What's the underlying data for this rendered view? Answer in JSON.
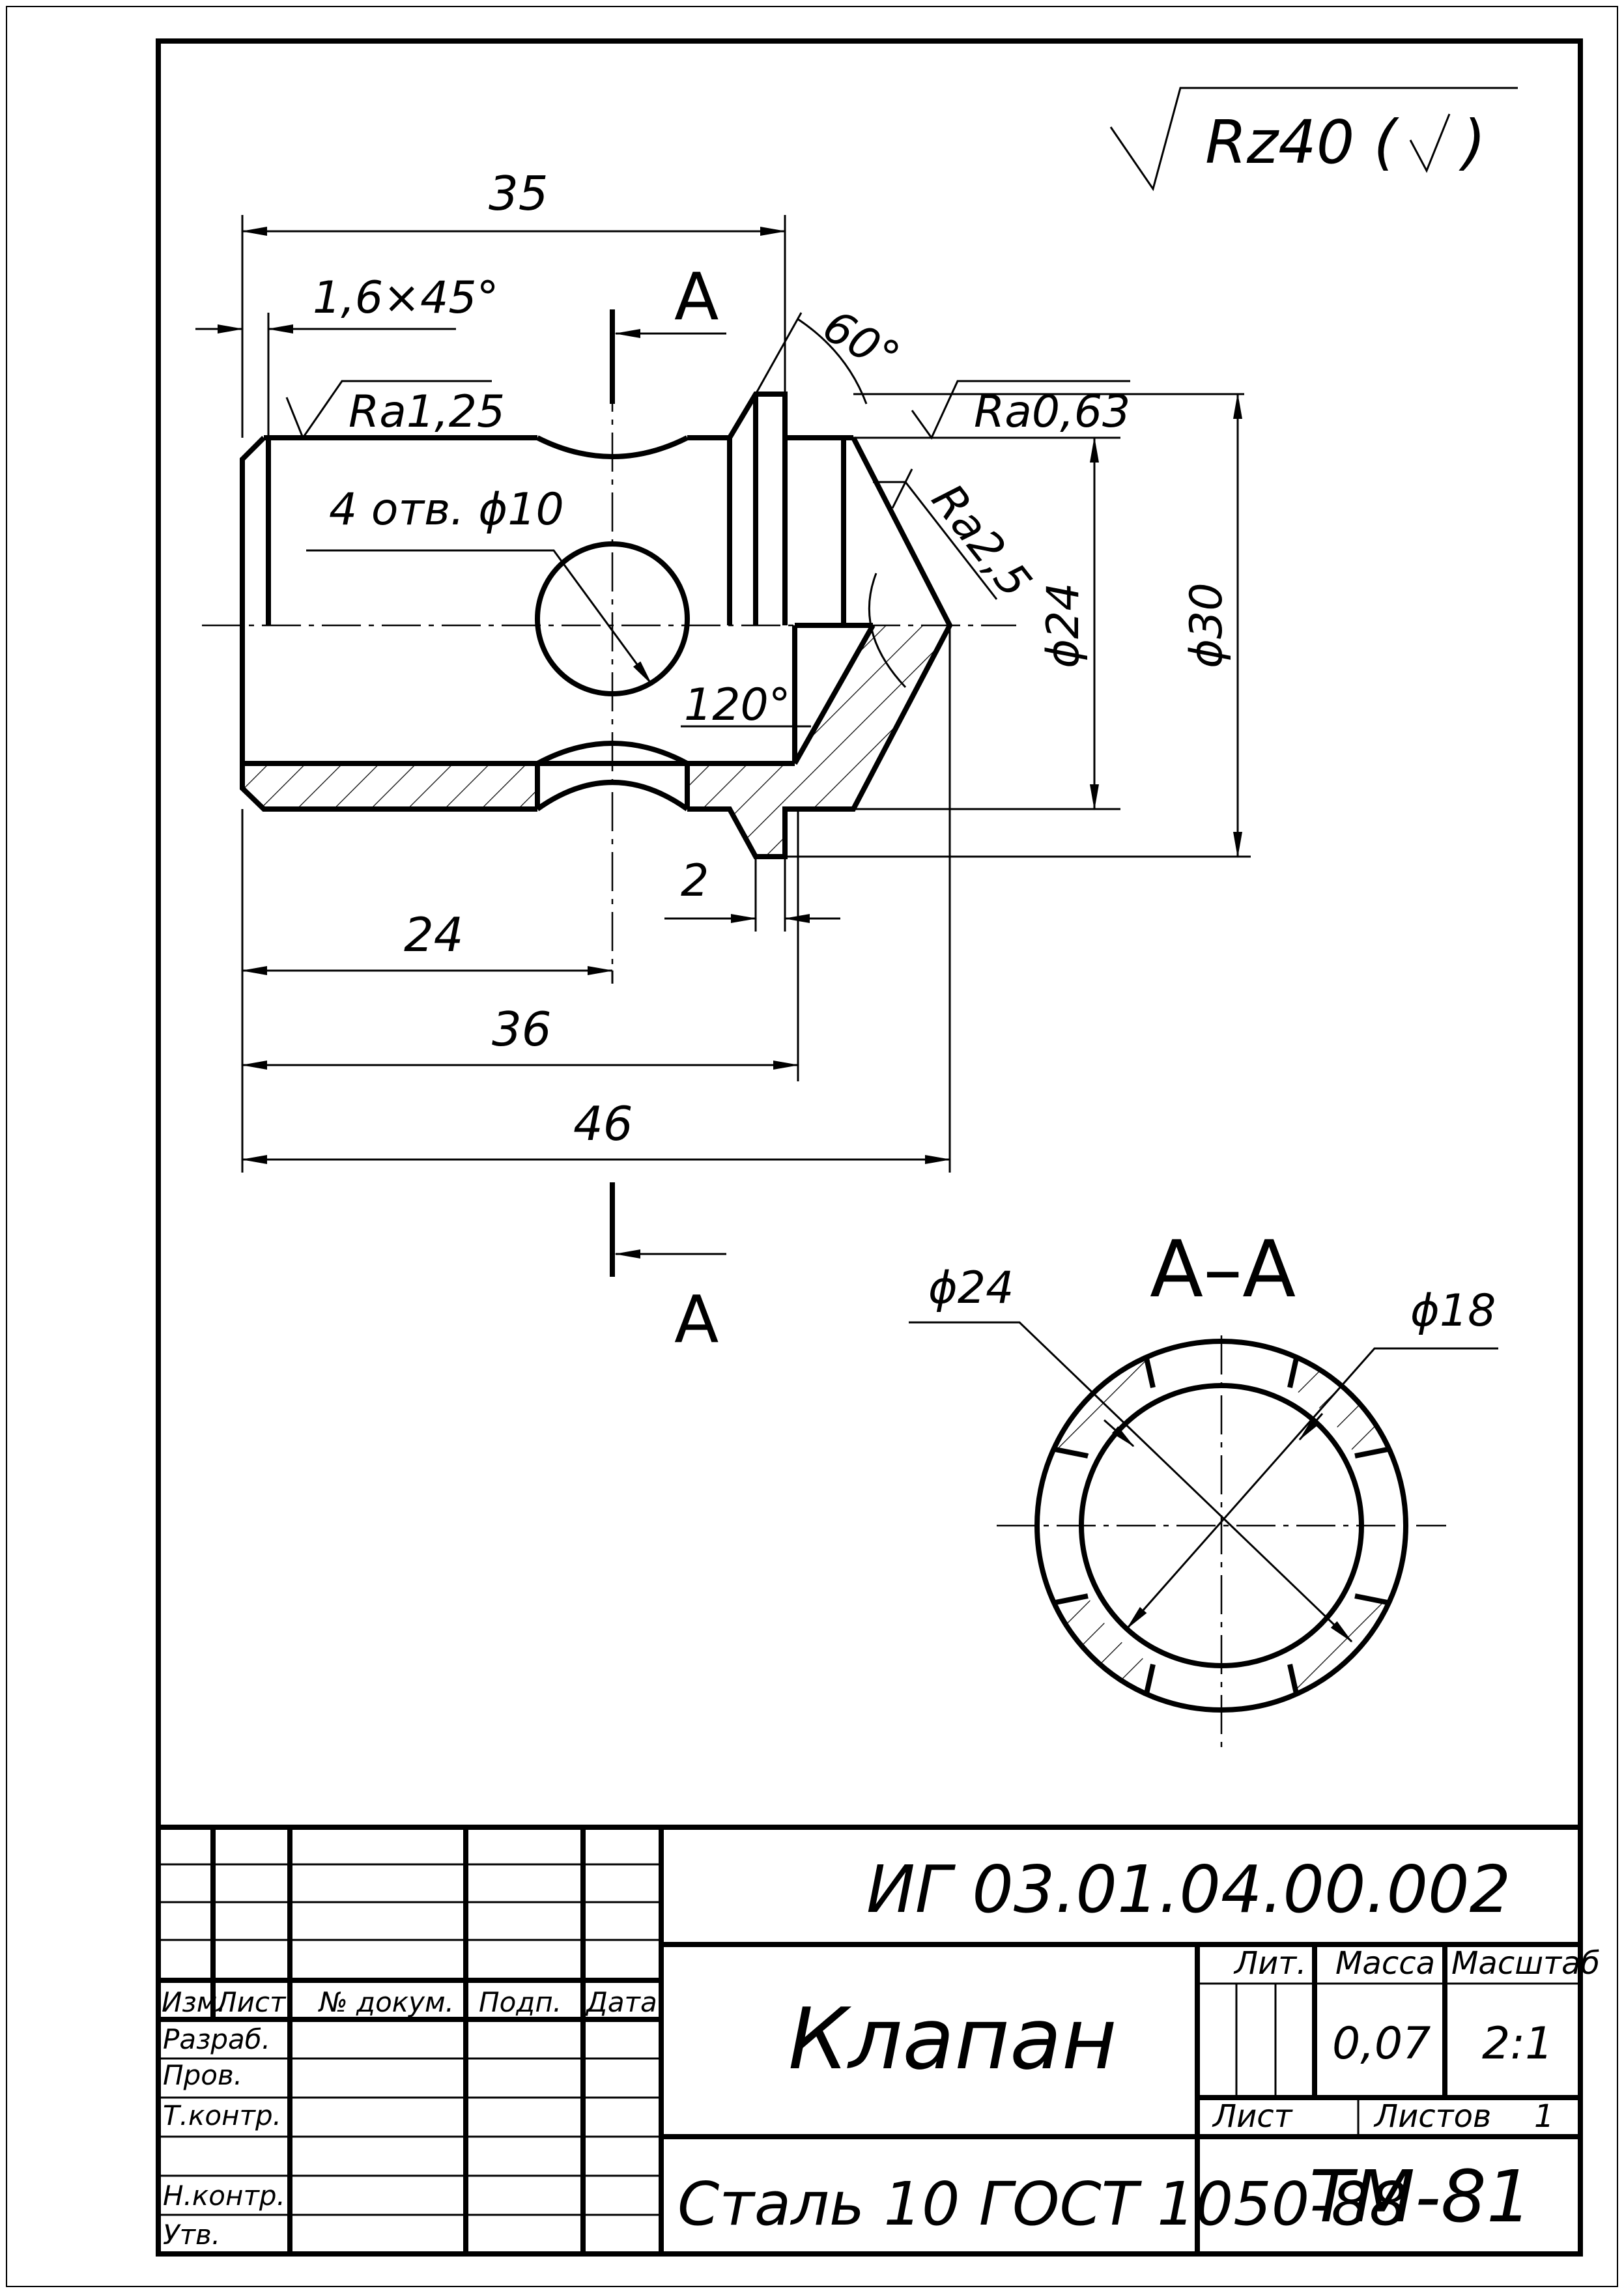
{
  "roughness_general": "Rz40 (",
  "roughness_general_close": ")",
  "main_view": {
    "dims": {
      "d35": "35",
      "chamfer": "1,6×45°",
      "d24": "24",
      "d36": "36",
      "d46": "46",
      "d2": "2",
      "dia24": "ϕ24",
      "dia30": "ϕ30",
      "angle60": "60°",
      "angle120": "120°",
      "holes": "4 отв. ϕ10"
    },
    "roughness": {
      "ra125": "Ra1,25",
      "ra063": "Ra0,63",
      "ra25": "Ra2,5"
    },
    "section_mark_top": "A",
    "section_mark_bottom": "A"
  },
  "section_view": {
    "title": "А–А",
    "dia24": "ϕ24",
    "dia18": "ϕ18"
  },
  "title_block": {
    "designation": "ИГ 03.01.04.00.002",
    "part_name": "Клапан",
    "material": "Сталь 10  ГОСТ 1050-88",
    "org": "ТМ-81",
    "headers": {
      "lit": "Лит.",
      "mass": "Масса",
      "scale": "Масштаб",
      "sheet": "Лист",
      "sheets": "Листов"
    },
    "mass_value": "0,07",
    "scale_value": "2:1",
    "sheets_value": "1",
    "columns": {
      "izm": "Изм.",
      "list": "Лист",
      "doc": "№ докум.",
      "sign": "Подп.",
      "date": "Дата"
    },
    "rows": {
      "razrab": "Разраб.",
      "prov": "Пров.",
      "tkontr": "Т.контр.",
      "nkontr": "Н.контр.",
      "utv": "Утв."
    }
  }
}
